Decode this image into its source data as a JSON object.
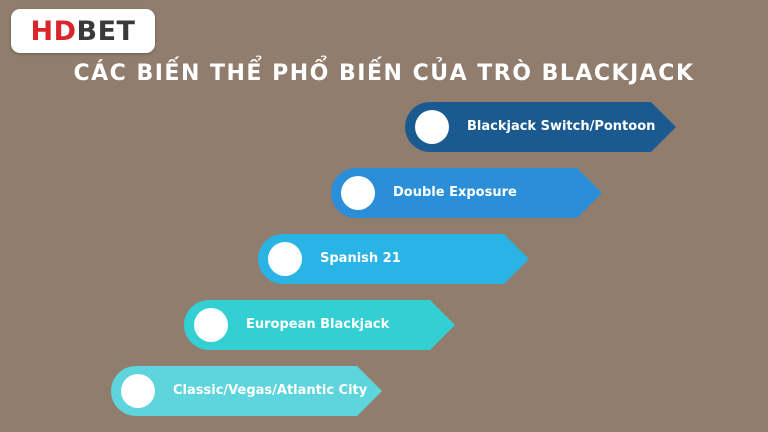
{
  "logo": {
    "part1": "HD",
    "part2": "BET",
    "icon": "spade-icon"
  },
  "title": "CÁC BIẾN THỂ PHỔ BIẾN CỦA TRÒ BLACKJACK",
  "steps": [
    {
      "label": "Blackjack Switch/Pontoon",
      "color": "#1b5a91"
    },
    {
      "label": "Double Exposure",
      "color": "#2a8fd8"
    },
    {
      "label": "Spanish 21",
      "color": "#2ab4e6"
    },
    {
      "label": "European Blackjack",
      "color": "#34cfd3"
    },
    {
      "label": "Classic/Vegas/Atlantic City",
      "color": "#5ed4dc"
    }
  ],
  "colors": {
    "background": "#907d6d",
    "logo_red": "#d9262b",
    "logo_dark": "#3a3a3a"
  }
}
